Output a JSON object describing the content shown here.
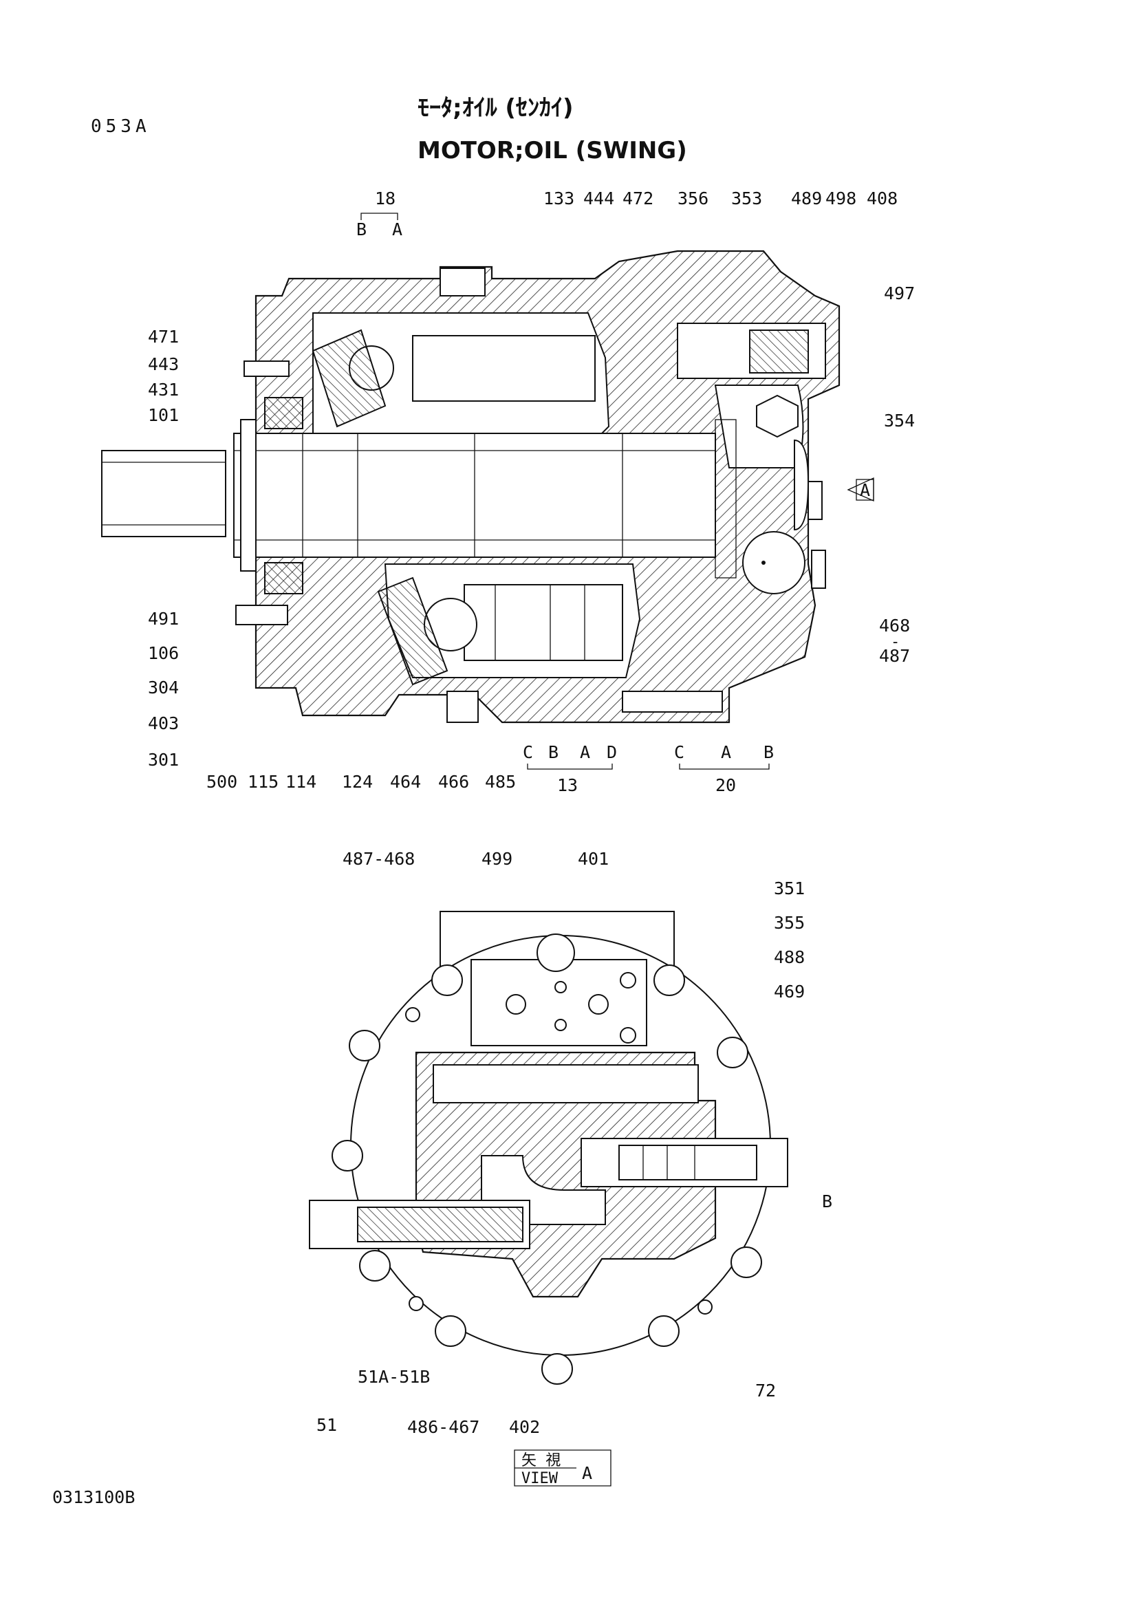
{
  "header": {
    "code": "053A",
    "title_jp": "ﾓｰﾀ;ｵｲﾙ (ｾﾝｶｲ)",
    "title_en": "MOTOR;OIL (SWING)"
  },
  "footer": {
    "drawing_no": "0313100B"
  },
  "section_view": {
    "top_callouts": [
      "18",
      "B",
      "A",
      "133",
      "444",
      "472",
      "356",
      "353",
      "489",
      "498",
      "408",
      "497"
    ],
    "left_callouts": [
      "471",
      "443",
      "431",
      "101",
      "491",
      "106",
      "304",
      "403",
      "301"
    ],
    "right_callouts": [
      "354",
      "468",
      "-",
      "487"
    ],
    "view_marker": "A",
    "bottom_callouts": [
      "500",
      "115",
      "114",
      "124",
      "464",
      "466",
      "485",
      "C",
      "B",
      "A",
      "D",
      "13",
      "C",
      "A",
      "B",
      "20"
    ]
  },
  "view_a": {
    "callouts": [
      "487-468",
      "499",
      "401",
      "351",
      "355",
      "488",
      "469",
      "B",
      "51A-51B",
      "51",
      "486-467",
      "402",
      "72"
    ],
    "caption_jp": "矢 視",
    "caption_en": "VIEW",
    "caption_letter": "A"
  }
}
